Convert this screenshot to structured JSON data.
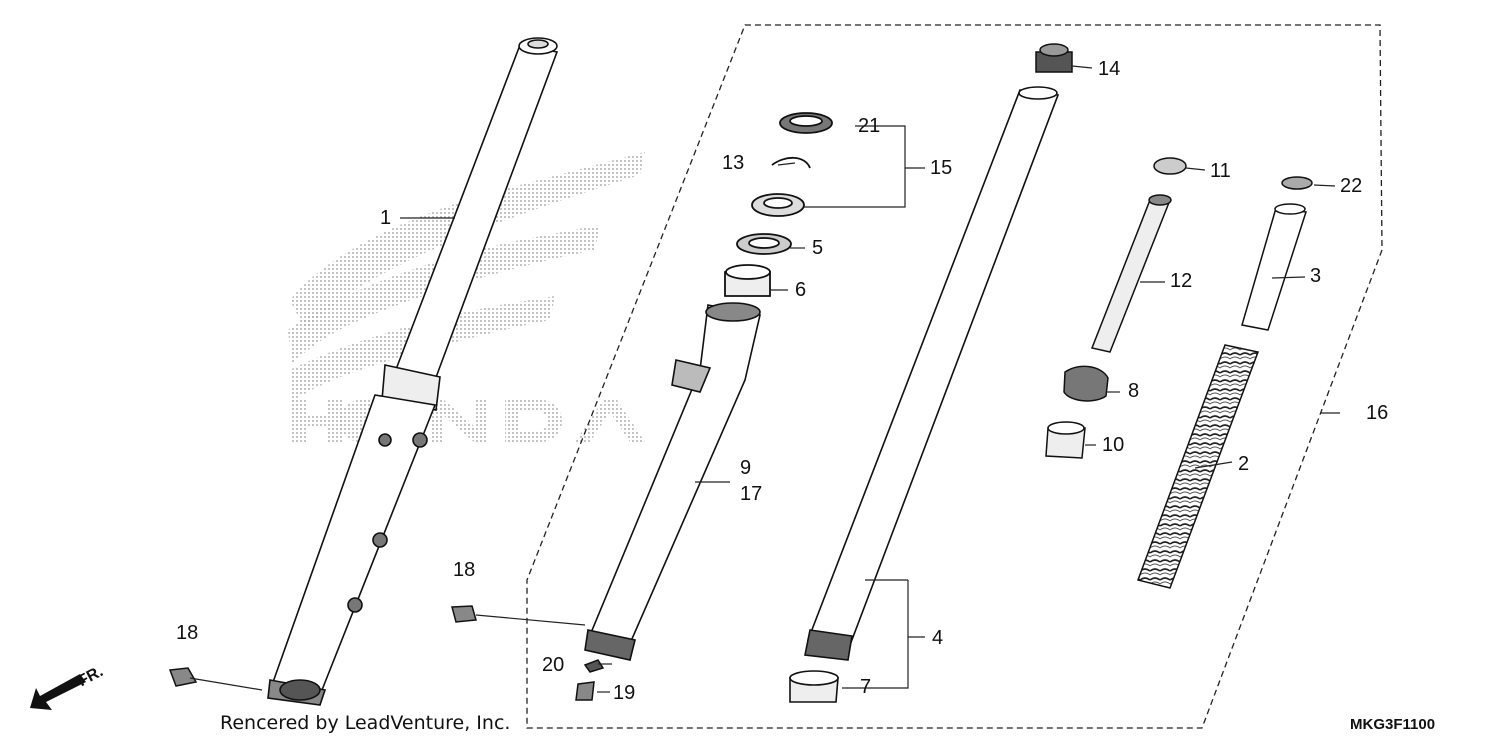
{
  "diagram": {
    "brand_watermark": "HONDA",
    "credit": "Rencered by LeadVenture, Inc.",
    "diagram_code": "MKG3F1100",
    "front_indicator": "FR.",
    "callouts": [
      {
        "id": "c1",
        "text": "1"
      },
      {
        "id": "c2",
        "text": "2"
      },
      {
        "id": "c3",
        "text": "3"
      },
      {
        "id": "c4",
        "text": "4"
      },
      {
        "id": "c5",
        "text": "5"
      },
      {
        "id": "c6",
        "text": "6"
      },
      {
        "id": "c7",
        "text": "7"
      },
      {
        "id": "c8",
        "text": "8"
      },
      {
        "id": "c9",
        "text": "9"
      },
      {
        "id": "c10",
        "text": "10"
      },
      {
        "id": "c11",
        "text": "11"
      },
      {
        "id": "c12",
        "text": "12"
      },
      {
        "id": "c13",
        "text": "13"
      },
      {
        "id": "c14",
        "text": "14"
      },
      {
        "id": "c15",
        "text": "15"
      },
      {
        "id": "c16",
        "text": "16"
      },
      {
        "id": "c17",
        "text": "17"
      },
      {
        "id": "c18a",
        "text": "18"
      },
      {
        "id": "c18b",
        "text": "18"
      },
      {
        "id": "c19",
        "text": "19"
      },
      {
        "id": "c20",
        "text": "20"
      },
      {
        "id": "c21",
        "text": "21"
      },
      {
        "id": "c22",
        "text": "22"
      }
    ]
  }
}
